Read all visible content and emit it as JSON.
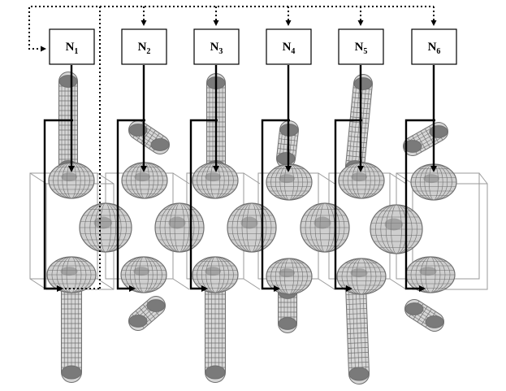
{
  "nodes": [
    {
      "label": "N",
      "sub": "1"
    },
    {
      "label": "N",
      "sub": "2"
    },
    {
      "label": "N",
      "sub": "3"
    },
    {
      "label": "N",
      "sub": "4"
    },
    {
      "label": "N",
      "sub": "5"
    },
    {
      "label": "N",
      "sub": "6"
    }
  ],
  "colors": {
    "mesh": "#6f6f6f",
    "mesh_fill": "#c9c9c9",
    "line": "#000000",
    "box_edge": "#9a9a9a"
  }
}
